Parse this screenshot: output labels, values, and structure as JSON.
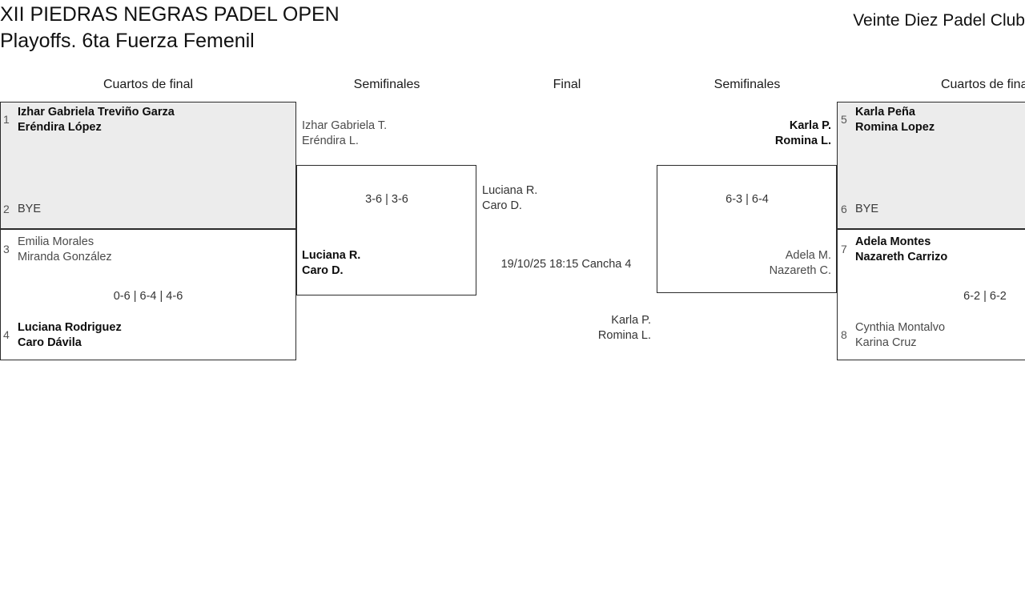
{
  "header": {
    "title_line1": "XII PIEDRAS NEGRAS PADEL OPEN",
    "title_line2": "Playoffs. 6ta Fuerza Femenil",
    "club": "Veinte Diez Padel Club"
  },
  "round_headers": {
    "qf_left": "Cuartos de final",
    "sf_left": "Semifinales",
    "final": "Final",
    "sf_right": "Semifinales",
    "qf_right": "Cuartos de final"
  },
  "bracket": {
    "qf_left": [
      {
        "seed_top": "1",
        "top_p1": "Izhar Gabriela Treviño Garza",
        "top_p2": "Eréndira López",
        "seed_bottom": "2",
        "bottom_p1": "BYE",
        "score": ""
      },
      {
        "seed_top": "3",
        "top_p1": "Emilia Morales",
        "top_p2": "Miranda González",
        "seed_bottom": "4",
        "bottom_p1": "Luciana Rodriguez",
        "bottom_p2": "Caro Dávila",
        "score": "0-6 | 6-4 | 4-6"
      }
    ],
    "sf_left": {
      "top_p1": "Izhar Gabriela T.",
      "top_p2": "Eréndira L.",
      "bottom_p1": "Luciana R.",
      "bottom_p2": "Caro D.",
      "score": "3-6 | 3-6"
    },
    "final": {
      "top_p1": "Luciana R.",
      "top_p2": "Caro D.",
      "bottom_p1": "Karla P.",
      "bottom_p2": "Romina L.",
      "info": "19/10/25 18:15 Cancha 4"
    },
    "sf_right": {
      "top_p1": "Karla P.",
      "top_p2": "Romina L.",
      "bottom_p1": "Adela M.",
      "bottom_p2": "Nazareth C.",
      "score": "6-3 | 6-4"
    },
    "qf_right": [
      {
        "seed_top": "5",
        "top_p1": "Karla Peña",
        "top_p2": "Romina Lopez",
        "seed_bottom": "6",
        "bottom_p1": "BYE",
        "score": ""
      },
      {
        "seed_top": "7",
        "top_p1": "Adela Montes",
        "top_p2": "Nazareth Carrizo",
        "seed_bottom": "8",
        "bottom_p1": "Cynthia Montalvo",
        "bottom_p2": "Karina Cruz",
        "score": "6-2 | 6-2"
      }
    ]
  }
}
